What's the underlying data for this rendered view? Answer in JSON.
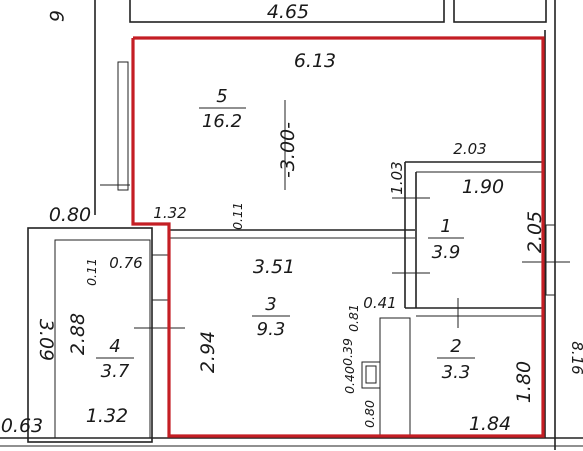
{
  "plan": {
    "rooms": [
      {
        "number": "5",
        "area": "16.2"
      },
      {
        "number": "3",
        "area": "9.3"
      },
      {
        "number": "1",
        "area": "3.9"
      },
      {
        "number": "2",
        "area": "3.3"
      },
      {
        "number": "4",
        "area": "3.7"
      }
    ],
    "dimensions": {
      "top_partial": "6",
      "top_neighbor": "4.65",
      "room5_width": "6.13",
      "ceiling_height": "-3.00-",
      "room1_outer_width": "2.03",
      "room1_wall_height": "1.03",
      "room1_width": "1.90",
      "room1_height": "2.05",
      "corridor_width": "0.80",
      "room5_step": "1.32",
      "room5_wall": "0.11",
      "room3_width": "3.51",
      "room4_wall": "0.11",
      "room4_door": "0.76",
      "room3_height": "2.94",
      "room3_wall_a": "0.81",
      "room3_wall_b": "0.41",
      "room3_niche_a": "0.39",
      "room3_niche_b": "0.40",
      "room3_niche_c": "0.80",
      "room4_outer_height": "3.09",
      "room4_height": "2.88",
      "room4_width": "1.32",
      "bottom_left": "0.63",
      "room2_width": "1.84",
      "room2_height": "1.80",
      "total_height": "8.16"
    },
    "colors": {
      "highlight": "#c41e24",
      "walls": "#222222"
    }
  }
}
